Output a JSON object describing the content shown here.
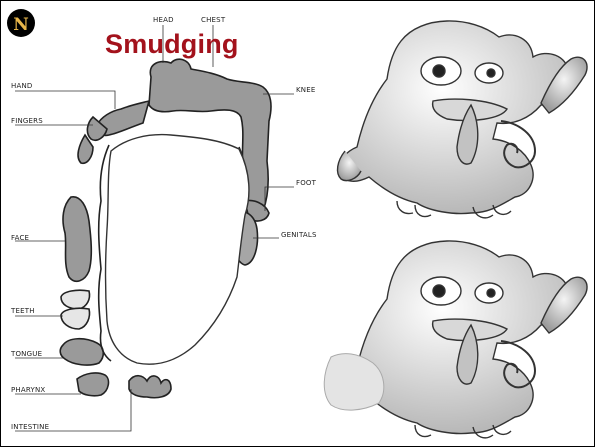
{
  "title": "Smudging",
  "logo": {
    "letter": "N",
    "icon": "ns-monogram-icon"
  },
  "labels": {
    "head": "HEAD",
    "chest": "CHEST",
    "hand": "HAND",
    "fingers": "FINGERS",
    "knee": "KNEE",
    "foot": "FOOT",
    "genitals": "GENITALS",
    "face": "FACE",
    "teeth": "TEETH",
    "tongue": "TONGUE",
    "pharynx": "PHARYNX",
    "intestine": "INTESTINE"
  },
  "colors": {
    "title": "#a3121c",
    "body_fill": "#9a9a9a",
    "outline": "#222222"
  }
}
